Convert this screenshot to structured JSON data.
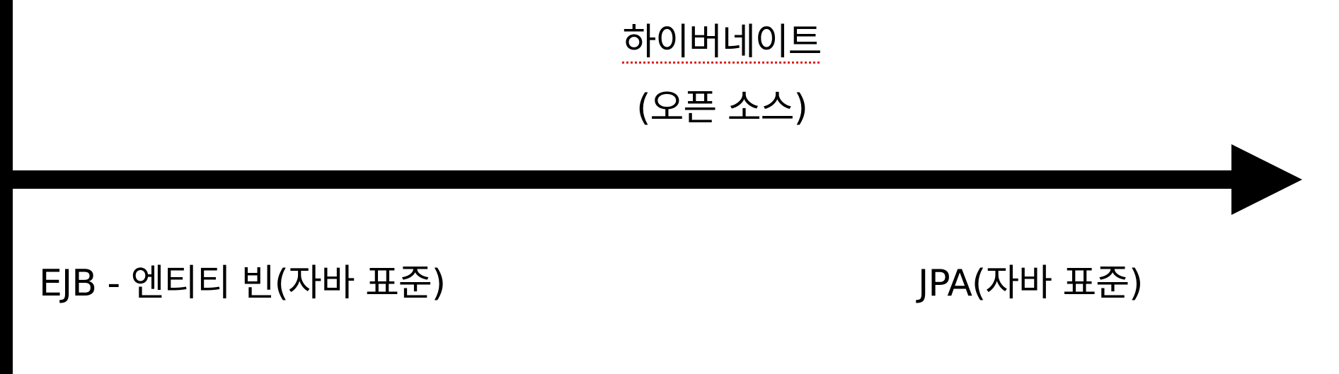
{
  "diagram": {
    "top_label": "하이버네이트",
    "top_sublabel": "(오픈 소스)",
    "bottom_left_label": "EJB - 엔티티 빈(자바 표준)",
    "bottom_right_label": "JPA(자바 표준)",
    "colors": {
      "line": "#000000",
      "underline": "#d9231d",
      "background": "#ffffff"
    }
  }
}
